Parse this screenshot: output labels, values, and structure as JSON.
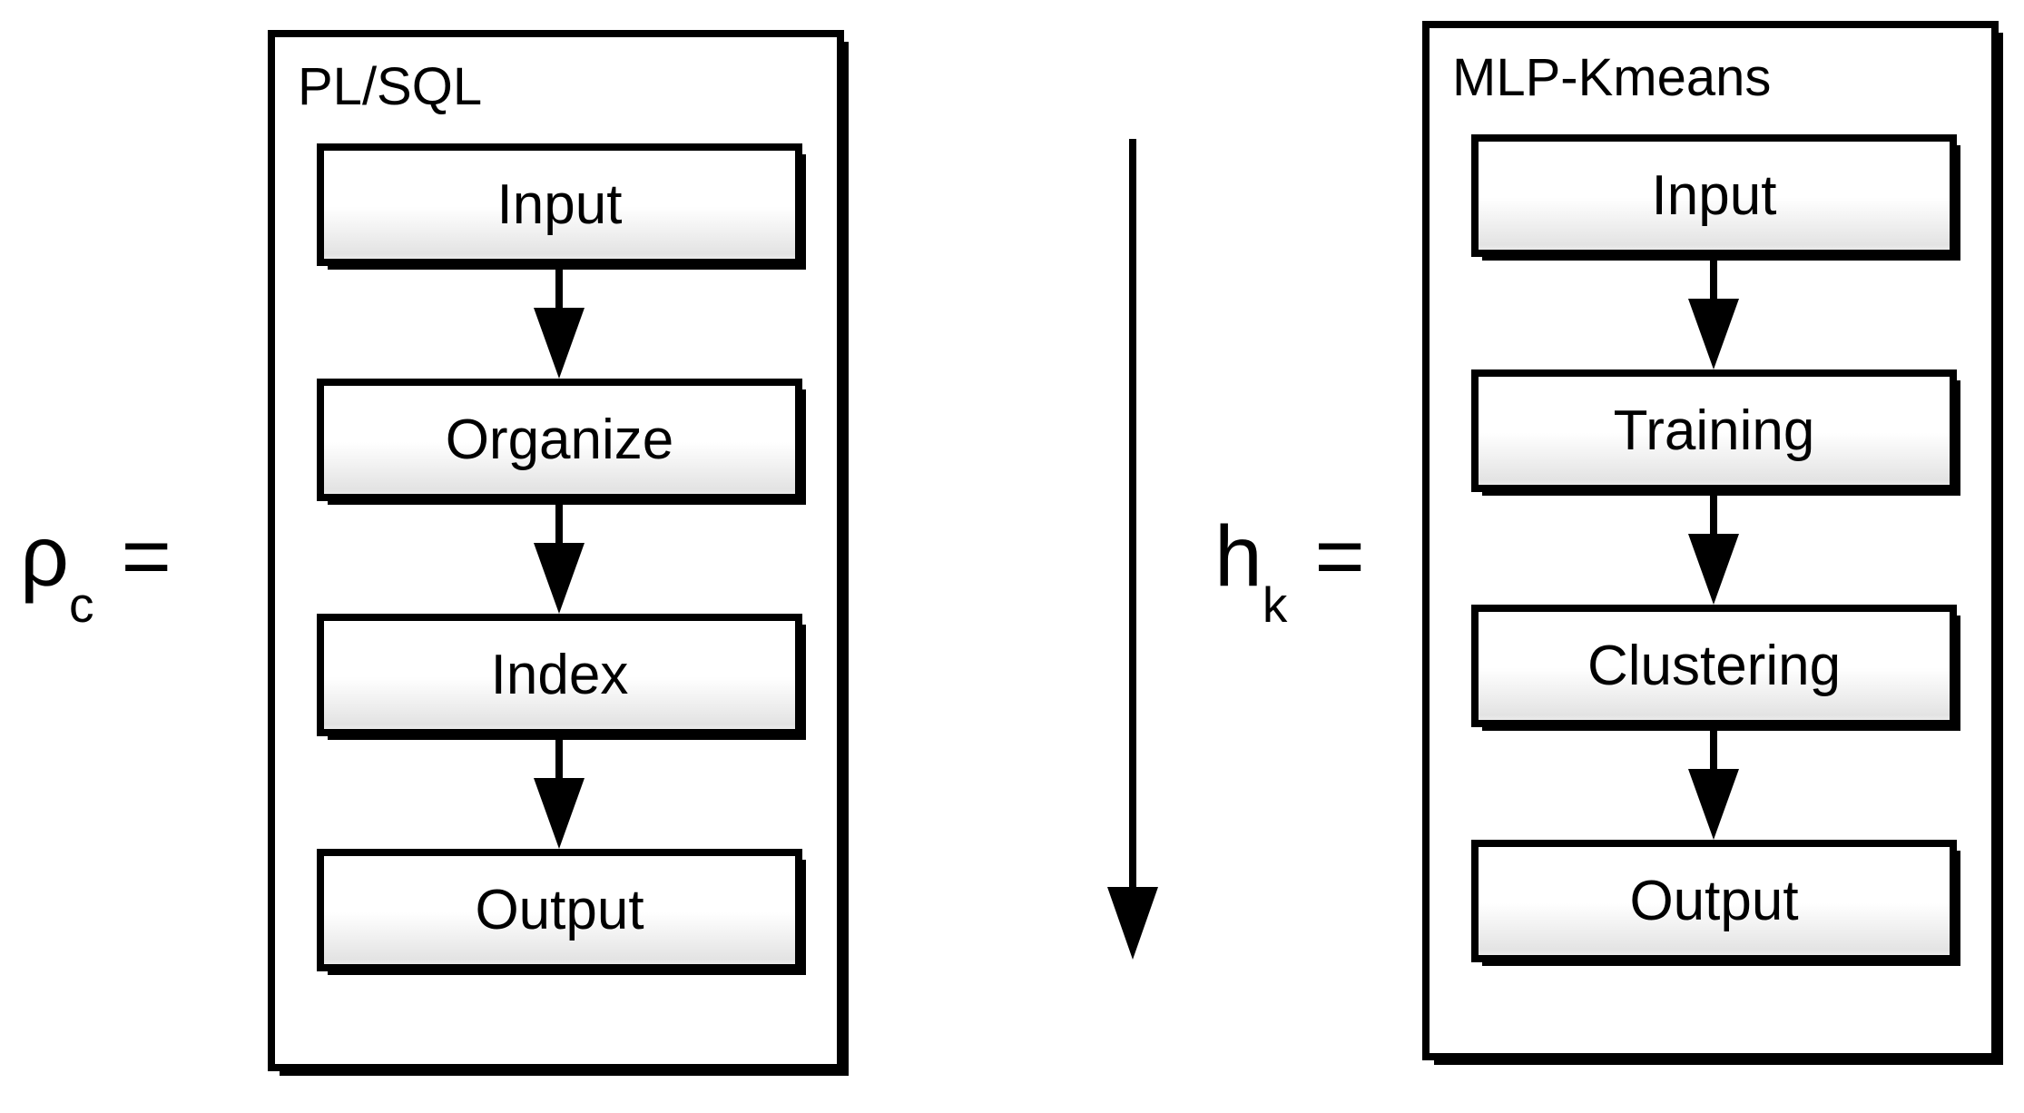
{
  "colors": {
    "ink": "#000000",
    "paper": "#ffffff",
    "box_gradient_bottom": "#e3e3e3"
  },
  "left_panel": {
    "title": "PL/SQL",
    "steps": [
      "Input",
      "Organize",
      "Index",
      "Output"
    ]
  },
  "left_equation": {
    "symbol": "ρ",
    "subscript": "c",
    "equals": "="
  },
  "middle_equation": {
    "symbol": "h",
    "subscript": "k",
    "equals": "="
  },
  "right_panel": {
    "title": "MLP-Kmeans",
    "steps": [
      "Input",
      "Training",
      "Clustering",
      "Output"
    ]
  }
}
